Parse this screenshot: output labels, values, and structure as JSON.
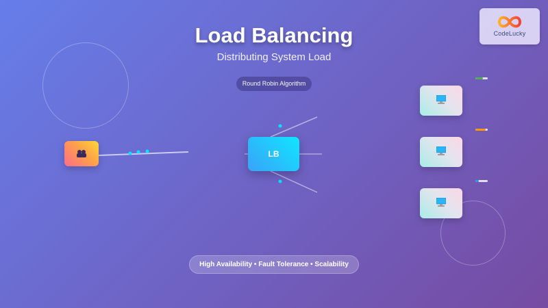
{
  "header": {
    "title": "Load Balancing",
    "subtitle": "Distributing System Load",
    "algorithm_badge": "Round Robin Algorithm"
  },
  "logo": {
    "text": "CodeLucky",
    "icon": "infinity-logo-icon"
  },
  "diagram": {
    "client": {
      "icon": "users-icon",
      "color_from": "#ff6b8b",
      "color_to": "#fdd835"
    },
    "load_balancer": {
      "label": "LB",
      "color_from": "#3aa2f8",
      "color_to": "#10e6ff"
    },
    "servers": [
      {
        "icon": "monitor-icon",
        "load_percent": 60,
        "load_color": "#4caf50"
      },
      {
        "icon": "monitor-icon",
        "load_percent": 85,
        "load_color": "#ff9800"
      },
      {
        "icon": "monitor-icon",
        "load_percent": 30,
        "load_color": "#2196f3"
      }
    ],
    "packet_color": "#00e5ff"
  },
  "footer": {
    "features": "High Availability • Fault Tolerance • Scalability"
  },
  "colors": {
    "background_from": "#667eea",
    "background_to": "#764ba2"
  }
}
